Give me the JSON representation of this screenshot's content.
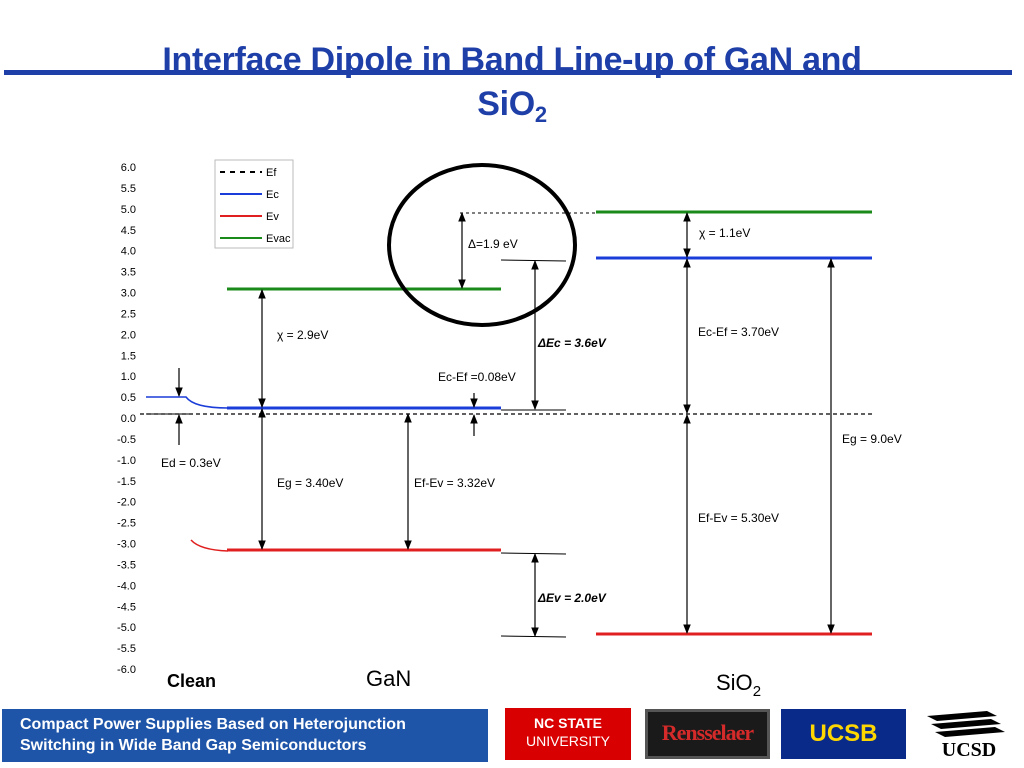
{
  "slide": {
    "title_main": "Interface Dipole in Band Line-up of GaN and",
    "title_second": "SiO",
    "title_second_sub": "2"
  },
  "colors": {
    "title": "#1f3fa8",
    "Ef": "#000000",
    "Ec": "#1a3cd8",
    "Ev": "#e02020",
    "Evac": "#1a8a1a"
  },
  "chart_data": {
    "type": "band-diagram",
    "ylim": [
      -6.0,
      6.0
    ],
    "y_ticks": [
      "6.0",
      "5.5",
      "5.0",
      "4.5",
      "4.0",
      "3.5",
      "3.0",
      "2.5",
      "2.0",
      "1.5",
      "1.0",
      "0.5",
      "0.0",
      "-0.5",
      "-1.0",
      "-1.5",
      "-2.0",
      "-2.5",
      "-3.0",
      "-3.5",
      "-4.0",
      "-4.5",
      "-5.0",
      "-5.5",
      "-6.0"
    ],
    "legend": [
      {
        "name": "Ef",
        "style": "dashed",
        "color": "#000000"
      },
      {
        "name": "Ec",
        "style": "solid",
        "color": "#1a3cd8"
      },
      {
        "name": "Ev",
        "style": "solid",
        "color": "#e02020"
      },
      {
        "name": "Evac",
        "style": "solid",
        "color": "#1a8a1a"
      }
    ],
    "levels": {
      "Ef": 0.0,
      "GaN": {
        "Ec": 0.08,
        "Ev": -3.32,
        "Evac": 3.08,
        "Ec_clean": 0.38,
        "Ev_clean": -3.02
      },
      "SiO2": {
        "Ec": 3.7,
        "Ev": -5.3,
        "Evac": 4.8
      }
    },
    "labels": {
      "ed": "Ed = 0.3eV",
      "chi_gan": "χ = 2.9eV",
      "eg_gan": "Eg = 3.40eV",
      "efev_gan": "Ef-Ev = 3.32eV",
      "ecef_gan": "Ec-Ef =0.08eV",
      "dipole": "Δ=1.9 eV",
      "dec": "ΔEc = 3.6eV",
      "dev": "ΔEv = 2.0eV",
      "chi_sio2": "χ = 1.1eV",
      "ecef_sio2": "Ec-Ef = 3.70eV",
      "efev_sio2": "Ef-Ev = 5.30eV",
      "eg_sio2": "Eg = 9.0eV",
      "clean": "Clean",
      "gan": "GaN",
      "sio2_main": "SiO",
      "sio2_sub": "2"
    }
  },
  "footer": {
    "line1": "Compact Power Supplies Based on Heterojunction",
    "line2": "Switching in Wide Band Gap Semiconductors",
    "ncstate_l1": "NC STATE",
    "ncstate_l2": "UNIVERSITY",
    "rpi": "Rensselaer",
    "ucsb": "UCSB",
    "ucsd": "UCSD"
  }
}
